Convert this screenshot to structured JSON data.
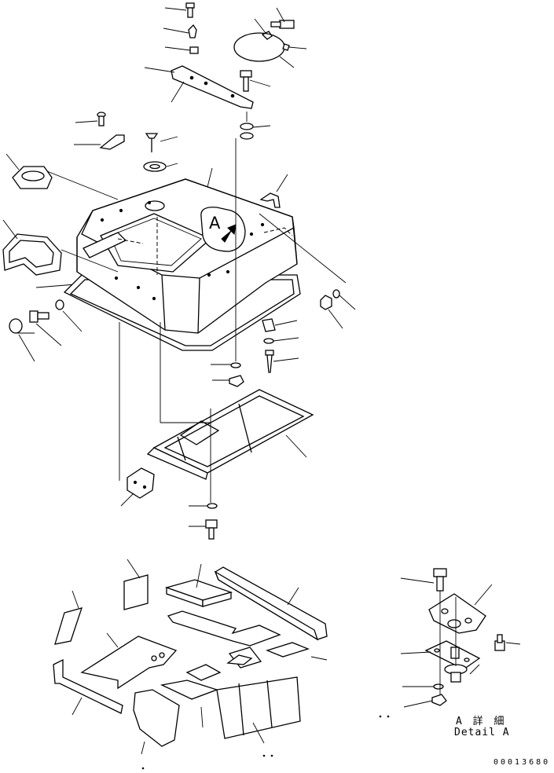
{
  "diagram": {
    "callout_label": "A",
    "detail_label_jp": "A 詳 細",
    "detail_label_en": "Detail A",
    "drawing_number": "00013680"
  }
}
